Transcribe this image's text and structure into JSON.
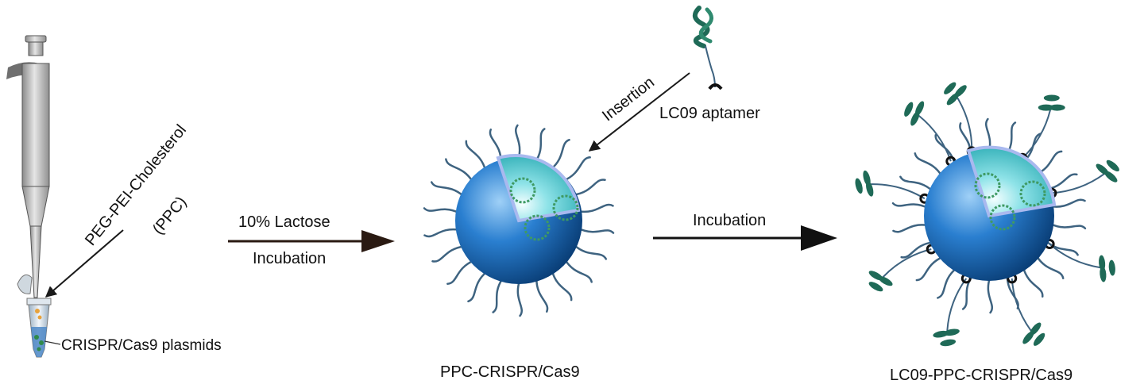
{
  "labels": {
    "reagent": "PEG-PEI-Cholesterol",
    "reagent_abbr": "(PPC)",
    "plasmids": "CRISPR/Cas9 plasmids",
    "step1_top": "10% Lactose",
    "step1_bottom": "Incubation",
    "insertion": "Insertion",
    "aptamer": "LC09 aptamer",
    "step2": "Incubation",
    "product1": "PPC-CRISPR/Cas9",
    "product2": "LC09-PPC-CRISPR/Cas9"
  },
  "colors": {
    "sphere_dark": "#0d4f8f",
    "sphere_mid": "#2a7fd0",
    "sphere_light": "#9fd0f7",
    "core_teal": "#2bb7b7",
    "core_light": "#e7fbff",
    "chain": "#3e6380",
    "aptamer_green": "#1f6a57",
    "arrow": "#2a1a12",
    "pipette_gray": "#a7a7a7"
  }
}
